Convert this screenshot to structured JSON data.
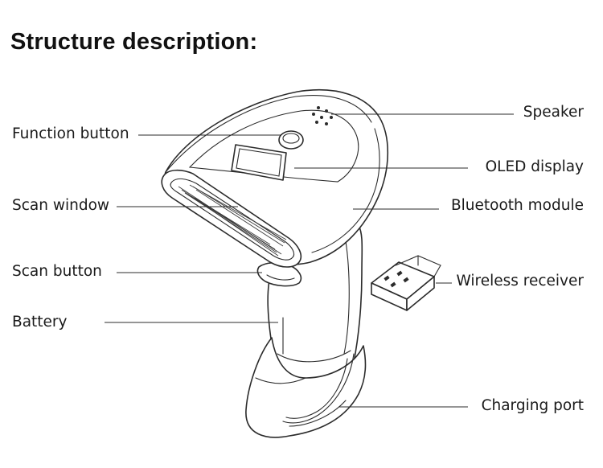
{
  "title": "Structure description:",
  "labels": {
    "function_button": "Function button",
    "scan_window": "Scan window",
    "scan_button": "Scan button",
    "battery": "Battery",
    "speaker": "Speaker",
    "oled_display": "OLED display",
    "bluetooth_module": "Bluetooth module",
    "wireless_receiver": "Wireless receiver",
    "charging_port": "Charging port"
  }
}
